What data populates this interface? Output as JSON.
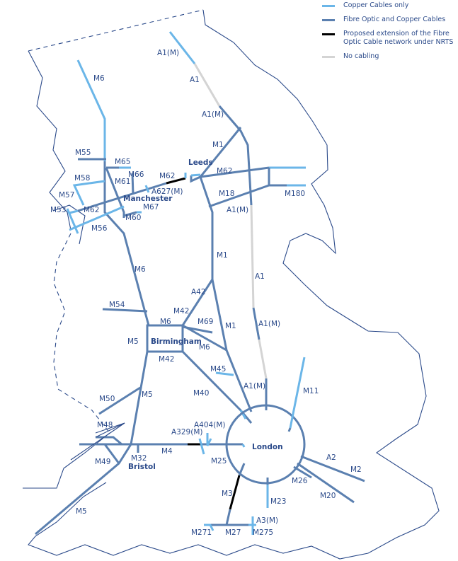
{
  "legend": [
    {
      "label": "Copper Cables only",
      "color": "#6bb6e8"
    },
    {
      "label": "Fibre Optic and Copper Cables",
      "color": "#5b80b0"
    },
    {
      "label": "Proposed extension of the Fibre Optic Cable network under NRTS",
      "color": "#000000"
    },
    {
      "label": "No cabling",
      "color": "#d4d4d4"
    }
  ],
  "cities": {
    "leeds": "Leeds",
    "manchester": "Manchester",
    "birmingham": "Birmingham",
    "bristol": "Bristol",
    "london": "London"
  },
  "labels": [
    "A1(M)",
    "A1",
    "M6",
    "A1(M)",
    "M1",
    "M55",
    "M65",
    "Leeds",
    "M66",
    "M62",
    "M62",
    "M58",
    "M61",
    "A627(M)",
    "M18",
    "M180",
    "M57",
    "M53",
    "M62",
    "M67",
    "A1(M)",
    "M60",
    "M56",
    "M1",
    "M6",
    "A1",
    "A42",
    "M54",
    "M42",
    "M6",
    "M69",
    "M1",
    "A1(M)",
    "M5",
    "M6",
    "M42",
    "M45",
    "M11",
    "A1(M)",
    "M40",
    "M50",
    "M5",
    "A404(M)",
    "M48",
    "A329(M)",
    "M4",
    "M32",
    "M49",
    "M25",
    "A2",
    "M2",
    "M26",
    "M20",
    "M3",
    "M23",
    "M5",
    "A3(M)",
    "M271",
    "M27",
    "M275"
  ],
  "colors": {
    "copper": "#6bb6e8",
    "fibre": "#5b80b0",
    "proposed": "#000000",
    "none": "#d4d4d4",
    "coast": "#2b4a8a"
  }
}
